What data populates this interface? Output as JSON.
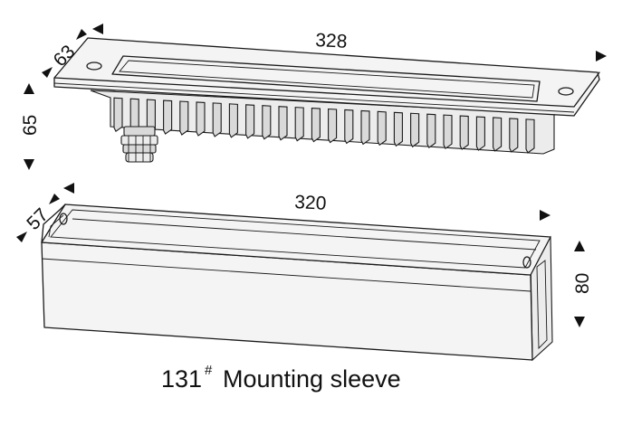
{
  "dimensions": {
    "fixture_length": "328",
    "fixture_width": "63",
    "fixture_height": "65",
    "sleeve_length": "320",
    "sleeve_width": "57",
    "sleeve_height": "80"
  },
  "caption": {
    "model": "131",
    "mark": "#",
    "title": "Mounting sleeve"
  }
}
